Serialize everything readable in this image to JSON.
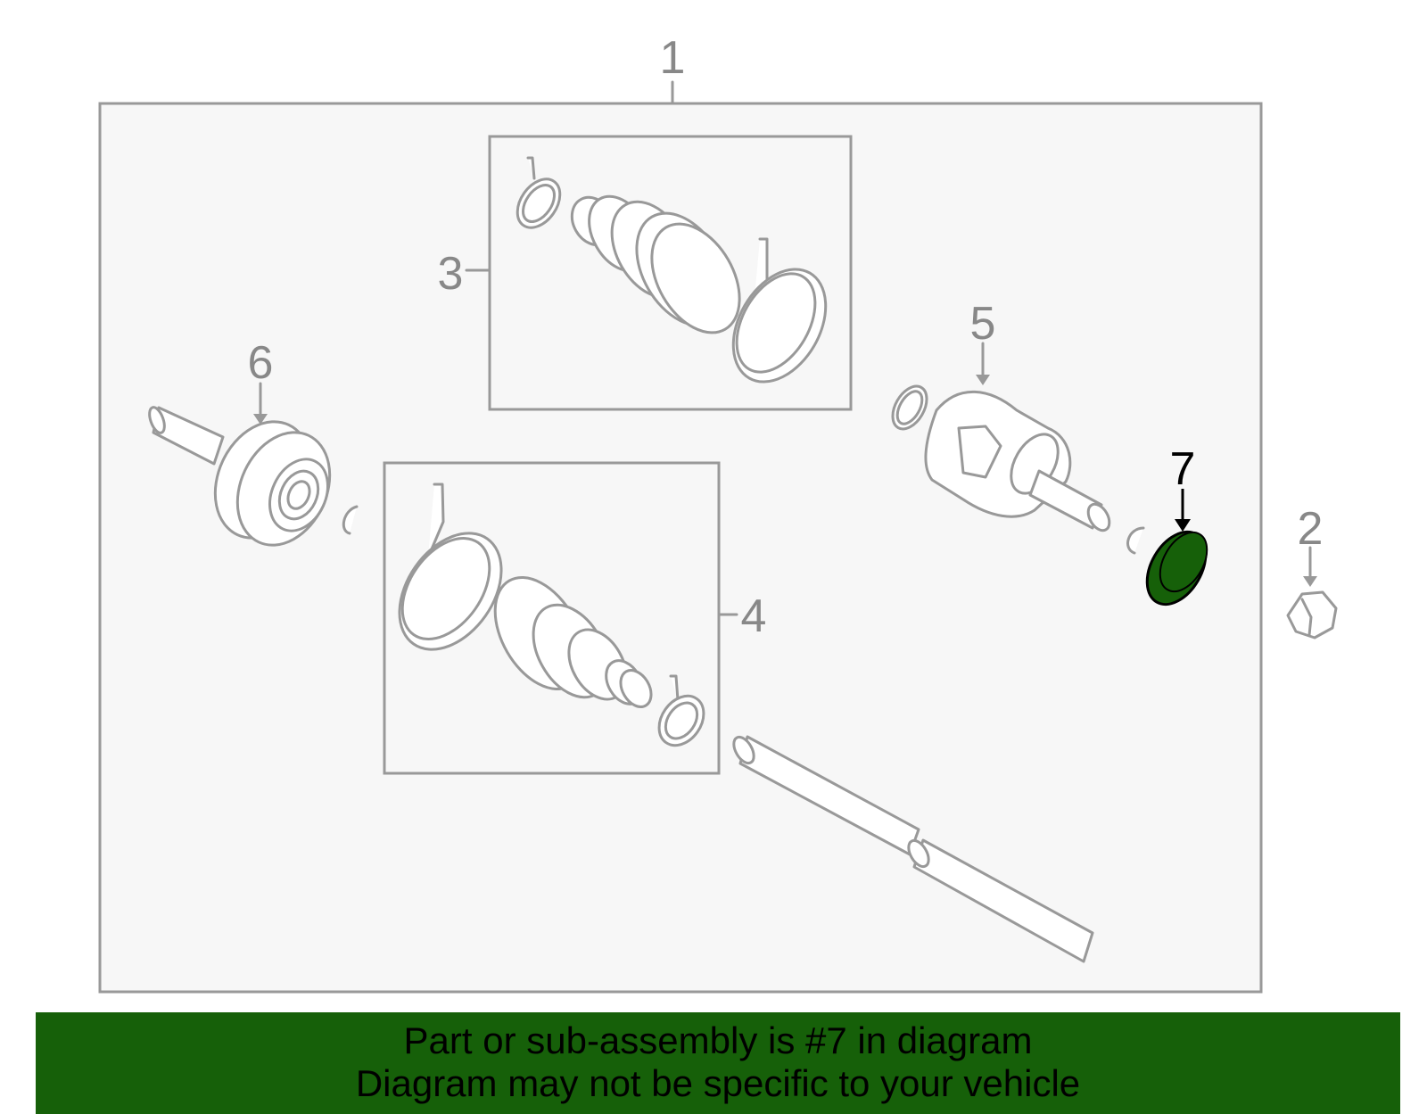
{
  "diagram": {
    "callouts": [
      "1",
      "2",
      "3",
      "4",
      "5",
      "6",
      "7"
    ],
    "highlighted_part": "7",
    "colors": {
      "highlight": "#166009",
      "outline": "#999999",
      "panel": "#f7f7f7",
      "callout_text": "#888888"
    }
  },
  "banner": {
    "line1": "Part or sub-assembly is #7 in diagram",
    "line2": "Diagram may not be specific to your vehicle"
  }
}
